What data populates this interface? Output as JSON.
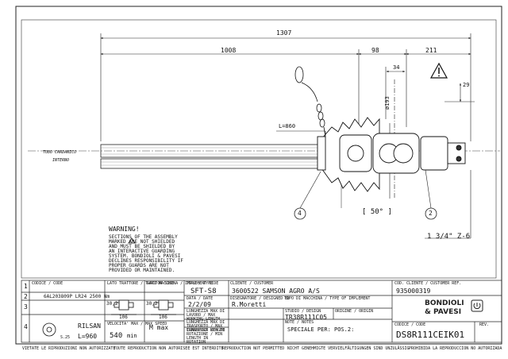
{
  "dimensions": {
    "d1307": "1307",
    "d1008": "1008",
    "d98": "98",
    "d211": "211",
    "d34": "34",
    "d29": "29",
    "d193": "ø193",
    "l860": "L=860"
  },
  "labels": {
    "tube_it": "TUBO CARDANICO",
    "tube_en": "INTERNO",
    "angle": "[ 50° ]",
    "spline": "1 3/4\" Z-6",
    "balloon4": "4",
    "balloon2": "2"
  },
  "warning": {
    "title": "WARNING!",
    "lines": [
      "SECTIONS OF THE ASSEMBLY",
      "MARKED    ARE NOT SHIELDED",
      "AND MUST BE SHIELDED BY",
      "AN INTERACTIVE GUARDING",
      "SYSTEM. BONDIOLI & PAVESI",
      "DECLINES RESPONSIBILITY IF",
      "PROPER GUARDS ARE NOT",
      "PROVIDED OR MAINTAINED."
    ]
  },
  "title_block": {
    "rows": [
      "1",
      "2",
      "3",
      "4"
    ],
    "col_code_hdr": "CODICE / CODE",
    "row2_code": "6AL203809P LR24 2500 Nm",
    "rilsan": "RILSAN",
    "rilsan_len": "L=960",
    "lato_trattore_hdr": "LATO TRATTORE / TRACTOR SIDE",
    "lato_macchina_hdr": "LATO MACCHINA / IMPLEMENT SIDE",
    "cross_dim_a": "30,2",
    "cross_dim_b": "106",
    "cross_dim_c": "30,2",
    "cross_dim_d": "106",
    "velocita_hdr": "VELOCITA' MAX / MAX SPEED",
    "speed": "540",
    "speed_unit": "min",
    "angle_hdr": "ANGOLO MAX / MAX ANGLE",
    "angle_val": "",
    "max_label": "M max",
    "tipo_hdr": "TIPO / TYPE",
    "tipo": "SFT-S8",
    "cliente_hdr": "CLIENTE / CUSTOMER",
    "cliente": "3600522  SAMSON AGRO A/S",
    "data_hdr": "DATA / DATE",
    "data": "2/2/09",
    "disegnatore_hdr": "DISEGNATORE / DESIGNED BY",
    "disegnatore": "R.Moretti",
    "tipo_macchina_hdr": "TIPO DI MACCHINA / TYPE OF IMPLEMENT",
    "lung_lav_hdr": "LUNGHEZZA MAX DI LAVORO / MAX WORKING LENGTH",
    "lung_temp_hdr": "LUNGHEZZA MAX DI TRASPORTO / MAX TRANSPORT LENGTH",
    "lung_min_hdr": "LUNGHEZZA MIN DI ROTAZIONE / MIN LENGTH IN ROTATION",
    "studio_hdr": "STUDIO / DESIGN",
    "studio": "TR38R111C05",
    "origine_hdr": "ORIGINE / ORIGIN",
    "note_hdr": "NOTE / NOTES",
    "note": "SPECIALE PER: POS.2:",
    "cod_cliente_hdr": "COD. CLIENTE / CUSTOMER REF.",
    "cod_cliente": "935000319",
    "codice_hdr": "CODICE / CODE",
    "codice": "DS8R111CEIK01",
    "rev_hdr": "REV.",
    "logo_line1": "BONDIOLI",
    "logo_line2": "& PAVESI",
    "scale": "S.25"
  },
  "footer": [
    "VIETATE LE RIPRODUZIONI NON AUTORIZZATE",
    "TOUTE REPRODUCTION NON AUTORISEE EST INTERDITE",
    "REPRODUCTION NOT PERMITTED",
    "NICHT GENEHMIGTE VERVIELFÄLTIGUNGEN SIND UNZULÄSSIG",
    "PROHIBIDA LA REPRODUCCION NO AUTORIZADA"
  ]
}
